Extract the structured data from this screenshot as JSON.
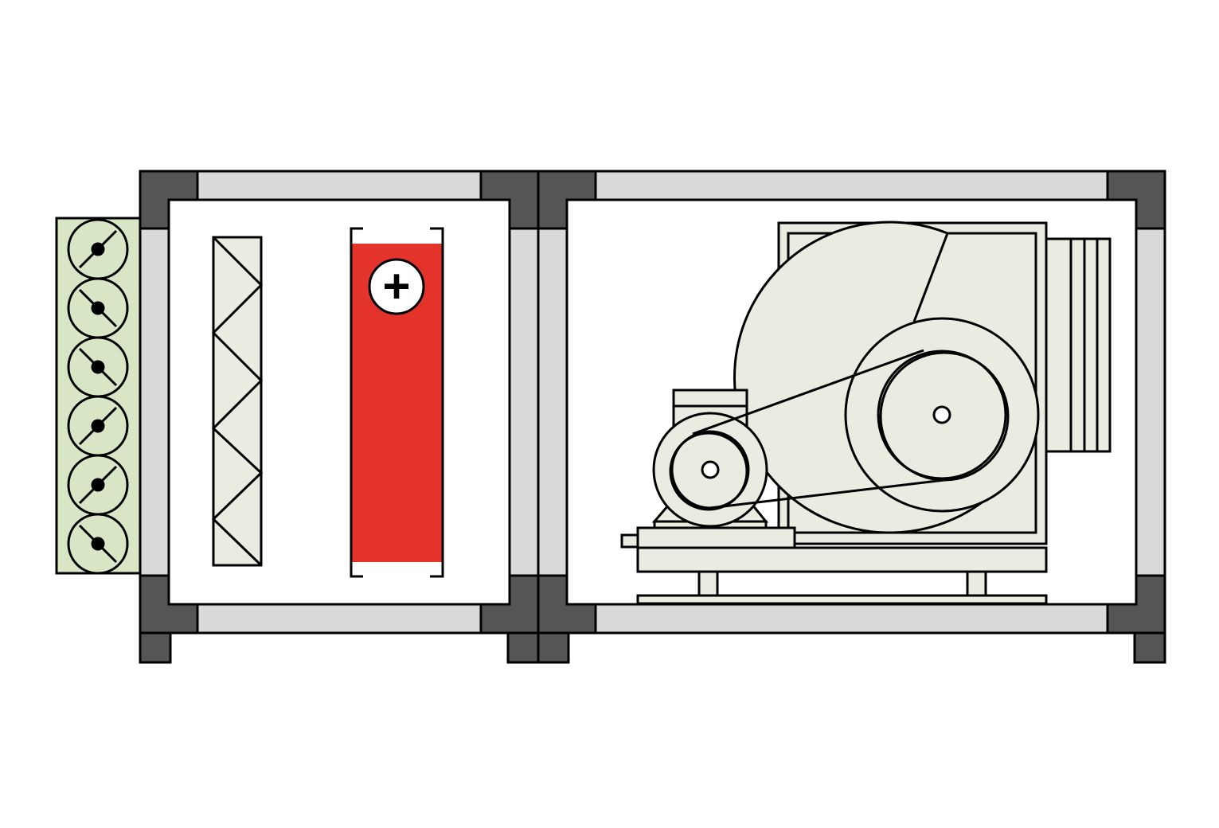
{
  "diagram": {
    "type": "air-handling-unit-schematic",
    "sections": [
      {
        "name": "damper-section",
        "component": "louvre-damper",
        "blade_count": 6
      },
      {
        "name": "filter-heater-section",
        "components": [
          "panel-filter",
          "heating-coil"
        ]
      },
      {
        "name": "fan-section",
        "components": [
          "electric-motor",
          "belt-drive",
          "centrifugal-fan",
          "base-frame"
        ]
      }
    ],
    "heater_symbol": "+",
    "colors": {
      "frame_corner": "#555555",
      "frame_rail": "#d9d9d9",
      "damper_fill": "#d8e6c5",
      "component_fill": "#ecebe1",
      "heater_fill": "#e4332a",
      "outline": "#000000",
      "background": "#ffffff"
    }
  }
}
